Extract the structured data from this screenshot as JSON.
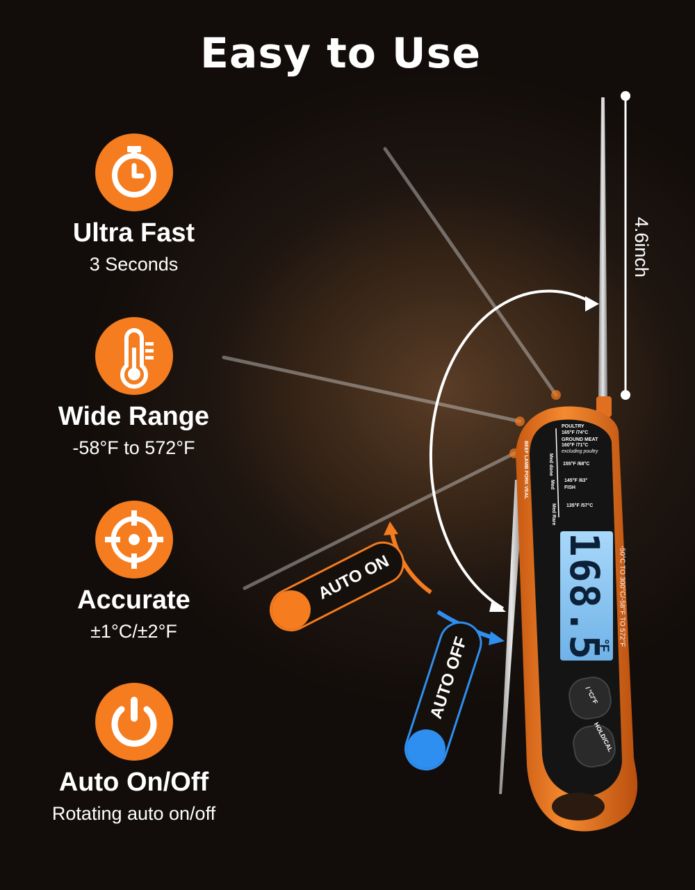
{
  "header": {
    "title": "Easy to Use"
  },
  "features": [
    {
      "icon": "stopwatch-icon",
      "title": "Ultra Fast",
      "subtitle": "3 Seconds"
    },
    {
      "icon": "thermometer-icon",
      "title": "Wide Range",
      "subtitle": "-58°F to 572°F"
    },
    {
      "icon": "crosshair-icon",
      "title": "Accurate",
      "subtitle": "±1°C/±2°F"
    },
    {
      "icon": "power-icon",
      "title": "Auto On/Off",
      "subtitle": "Rotating auto on/off"
    }
  ],
  "probe": {
    "length_label": "4.6inch"
  },
  "pills": {
    "auto_on": "AUTO ON",
    "auto_off": "AUTO OFF"
  },
  "display": {
    "reading": "168.5",
    "unit": "°F",
    "range": "-50°C TO 300°C/-58°F TO 572°F",
    "button_unit": "/ °C/°F",
    "button_hold": "HOLD/CAL"
  },
  "guide": {
    "poultry": "POULTRY",
    "poultry_temp": "165°F /74°C",
    "ground_meat": "GROUND MEAT",
    "ground_meat_temp": "160°F /71°C",
    "excluding": "excluding poultry",
    "temp_155": "155°F /68°C",
    "temp_145": "145°F /63°",
    "fish": "FISH",
    "temp_135": "135°F /57°C",
    "beef": "BEEF LAMB PORK VEAL",
    "med_done": "Med done",
    "med": "Med",
    "med_rare": "Med Rare"
  },
  "colors": {
    "accent": "#f57c1f",
    "blue": "#2f8ff0",
    "lcd": "#8fc9f2",
    "background": "#1a120c"
  }
}
